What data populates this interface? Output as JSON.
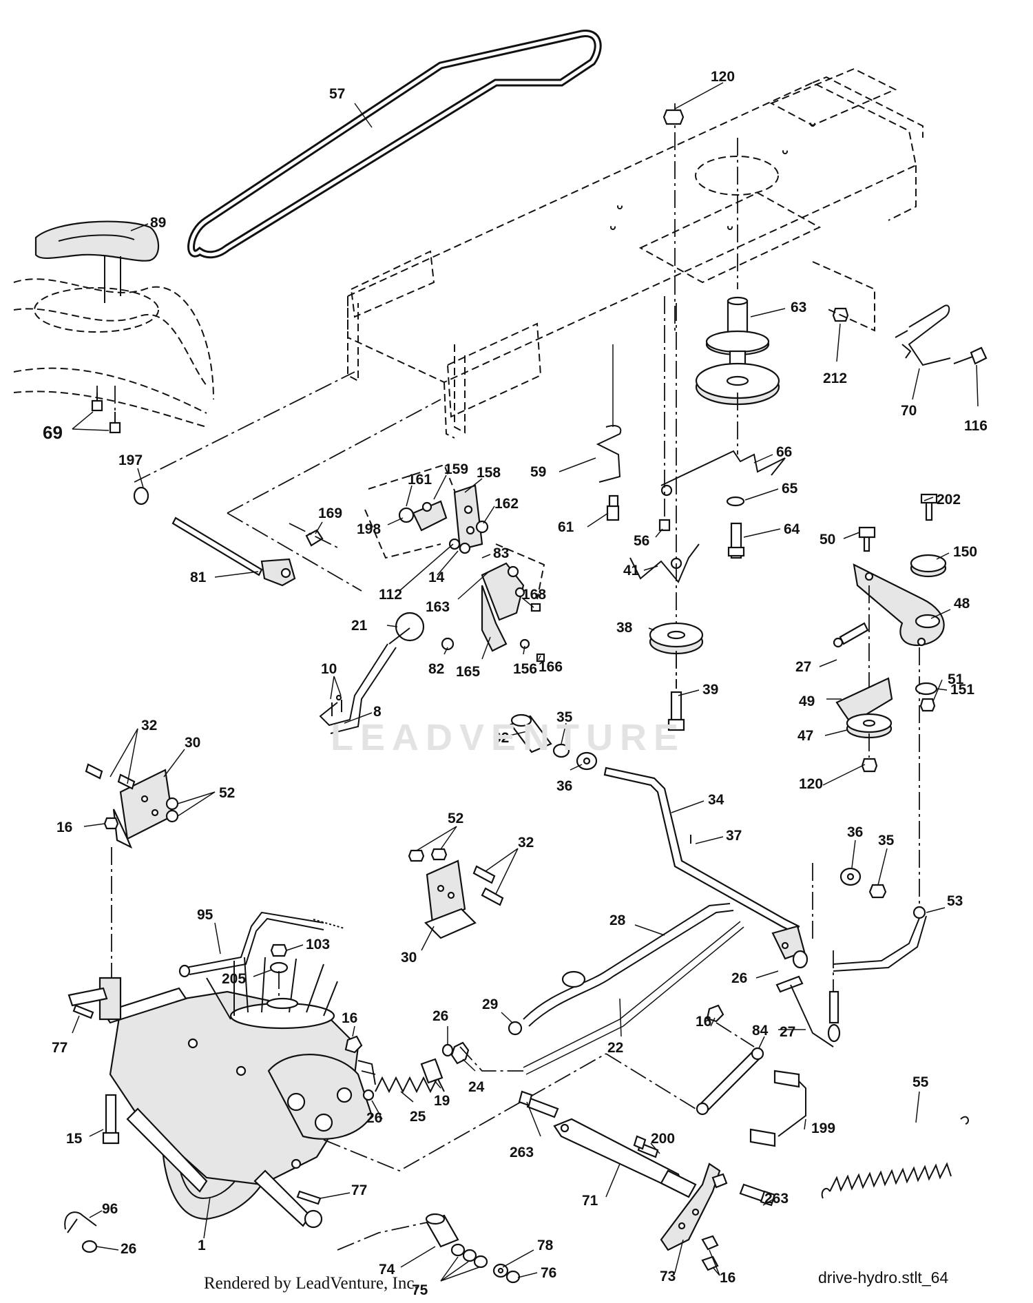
{
  "diagram": {
    "name": "drive-hydro.stlt_64",
    "footer_credit": "Rendered by LeadVenture, Inc.",
    "watermark": "LEADVENTURE",
    "callouts": [
      "57",
      "120",
      "89",
      "63",
      "212",
      "70",
      "116",
      "69",
      "197",
      "161",
      "159",
      "158",
      "169",
      "59",
      "66",
      "198",
      "162",
      "65",
      "61",
      "202",
      "56",
      "64",
      "50",
      "150",
      "81",
      "83",
      "41",
      "48",
      "112",
      "14",
      "163",
      "168",
      "21",
      "38",
      "10",
      "82",
      "156",
      "166",
      "165",
      "39",
      "27",
      "151",
      "51",
      "8",
      "49",
      "35",
      "47",
      "62",
      "32",
      "30",
      "52",
      "36",
      "120",
      "16",
      "34",
      "37",
      "36",
      "52",
      "32",
      "35",
      "53",
      "95",
      "103",
      "28",
      "205",
      "30",
      "26",
      "29",
      "16",
      "26",
      "77",
      "22",
      "27",
      "24",
      "19",
      "16",
      "84",
      "25",
      "55",
      "15",
      "26",
      "199",
      "200",
      "263",
      "71",
      "263",
      "77",
      "96",
      "1",
      "26",
      "78",
      "74",
      "75",
      "76",
      "73",
      "16"
    ]
  }
}
